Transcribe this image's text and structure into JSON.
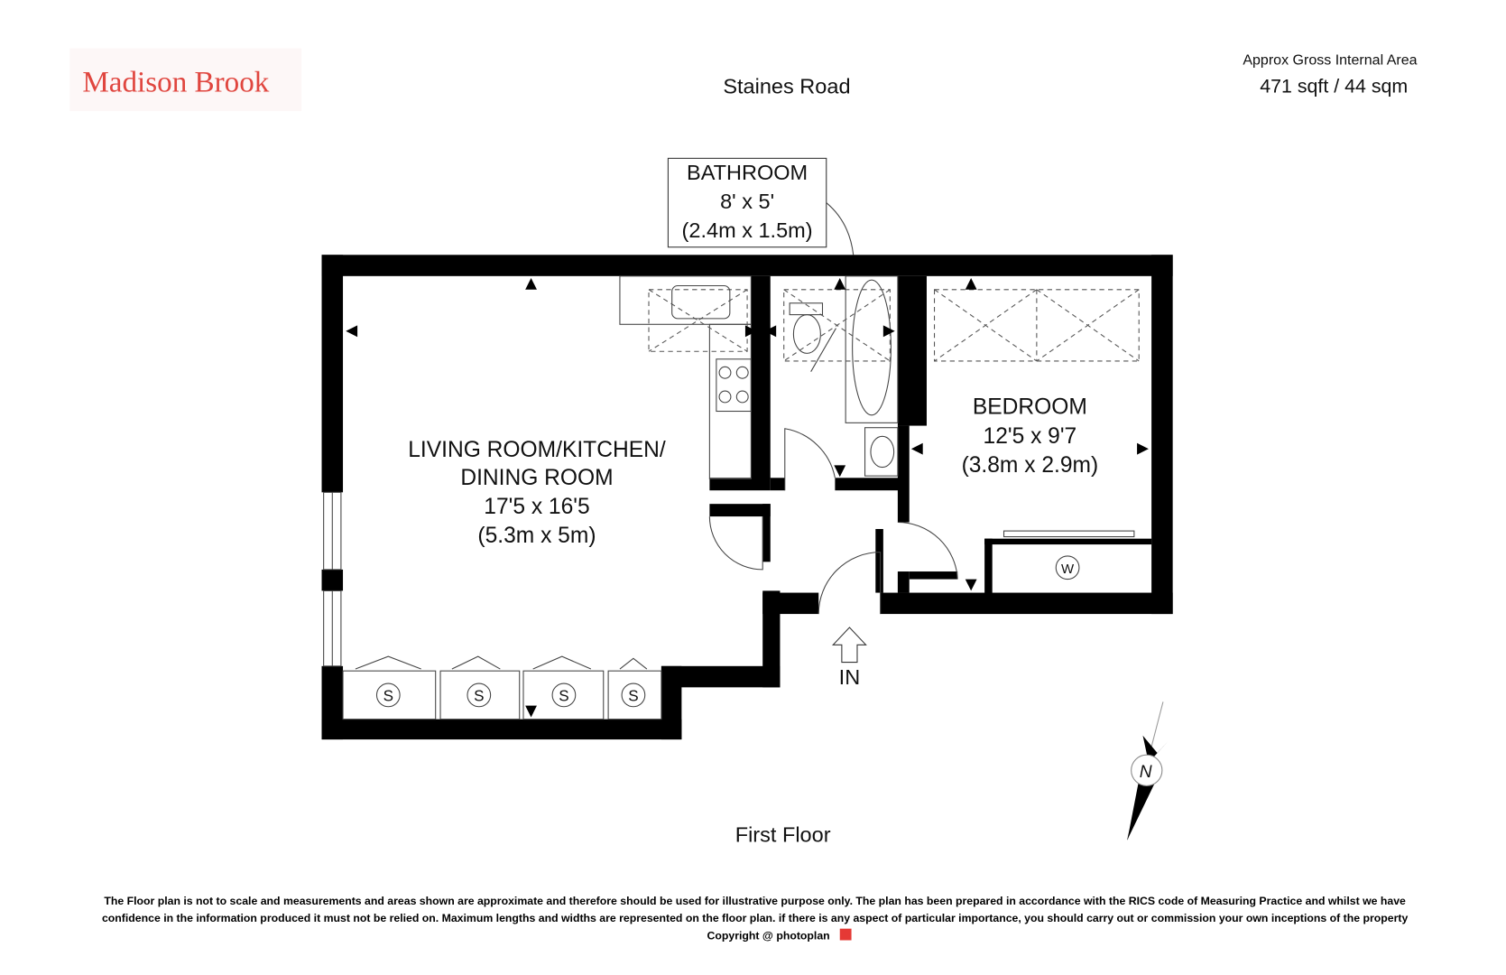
{
  "header": {
    "logo": "Madison Brook",
    "address": "Staines Road",
    "area_label": "Approx Gross Internal Area",
    "area_value": "471 sqft / 44 sqm"
  },
  "rooms": {
    "bathroom": {
      "name": "BATHROOM",
      "imperial": "8' x 5'",
      "metric": "(2.4m x 1.5m)"
    },
    "living": {
      "name_line1": "LIVING ROOM/KITCHEN/",
      "name_line2": "DINING ROOM",
      "imperial": "17'5 x 16'5",
      "metric": "(5.3m x 5m)"
    },
    "bedroom": {
      "name": "BEDROOM",
      "imperial": "12'5 x 9'7",
      "metric": "(3.8m x 2.9m)"
    }
  },
  "symbols": {
    "storage": [
      "S",
      "S",
      "S",
      "S"
    ],
    "wardrobe": "W",
    "entrance": "IN",
    "north": "N"
  },
  "floor_label": "First Floor",
  "footer": {
    "line1": "The Floor plan is not to scale and measurements and areas shown are approximate and therefore should be used for illustrative purpose only. The plan has been prepared in accordance with the RICS code of Measuring Practice and whilst we have",
    "line2": "confidence in the information produced it must not be relied on. Maximum  lengths and widths are represented on the floor plan. if there is any aspect of particular importance, you should carry out or commission your own inceptions of the property",
    "copyright": "Copyright @ photoplan"
  }
}
